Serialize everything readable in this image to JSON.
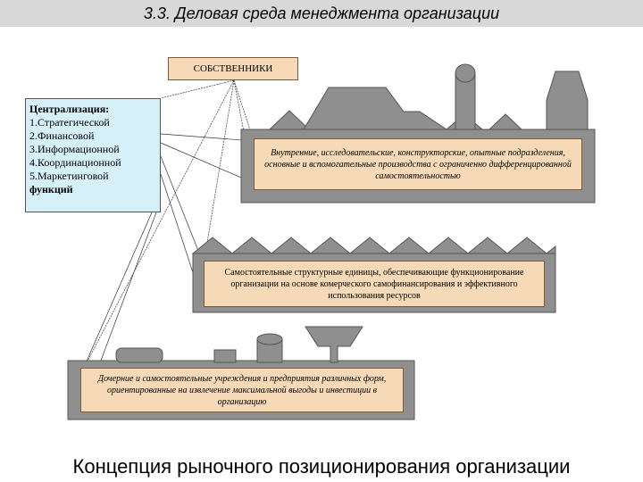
{
  "header": {
    "title": "3.3. Деловая среда менеджмента организации"
  },
  "owners": {
    "label": "СОБСТВЕННИКИ"
  },
  "centralization": {
    "heading": "Централизация:",
    "items": [
      "1.Стратегической",
      "2.Финансовой",
      "3.Информационной",
      "4.Координационной",
      "5.Маркетинговой"
    ],
    "tail": "функций"
  },
  "levels": [
    {
      "text": "Внутренние, исследовательские, конструкторские, опытные подразделения, основные и вспомогательные производства с ограниченно дифференцированной самостоятельностью"
    },
    {
      "text": "Самостоятельные структурные единицы, обеспечивающие функционирование организации на основе комерческого самофинансирования и эффективного использования ресурсов"
    },
    {
      "text": "Дочерние и самостоятельные учреждения и предприятия различных форм, ориентированные на извлечение максимальной выгоды и инвестиции в организацию"
    }
  ],
  "footer": {
    "caption": "Концепция рыночного позиционирования организации"
  },
  "colors": {
    "factory": "#8f8f8f",
    "factory_dark": "#6a6a6a",
    "box_fill": "#f6d9b6",
    "central_fill": "#d6f0fa",
    "title_bar": "#d8d8d8"
  }
}
